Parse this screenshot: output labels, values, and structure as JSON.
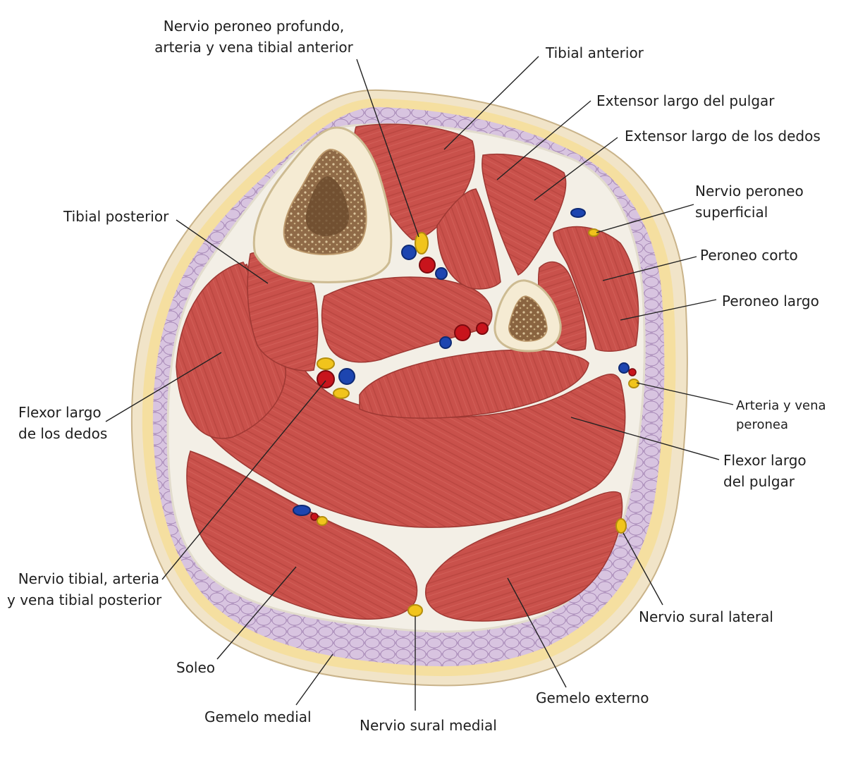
{
  "colors": {
    "muscle": "#c9514b",
    "muscle_dark": "#a83a36",
    "fascia": "#f3efe6",
    "fat": "#f6e3a8",
    "deep_tissue": "#c9b2d3",
    "skin": "#efe0c4",
    "bone": "#f4ead2",
    "marrow": "#8a6440",
    "artery": "#c8141c",
    "vein": "#1d45b0",
    "nerve": "#f1c41c",
    "leader": "#222222"
  },
  "labels": {
    "deep_peroneal": {
      "line1": "Nervio peroneo profundo,",
      "line2": "arteria y vena tibial anterior"
    },
    "tibialis_anterior": "Tibial anterior",
    "ext_hallucis": "Extensor largo del pulgar",
    "ext_digitorum": "Extensor largo de los dedos",
    "superficial_peroneal": {
      "line1": "Nervio peroneo",
      "line2": "superficial"
    },
    "peroneus_brevis": "Peroneo corto",
    "peroneus_longus": "Peroneo largo",
    "peroneal_vessels": {
      "line1": "Arteria y vena",
      "line2": "peronea"
    },
    "flexor_hallucis": {
      "line1": "Flexor largo",
      "line2": "del pulgar"
    },
    "lateral_sural": "Nervio sural lateral",
    "gastroc_lateral": "Gemelo externo",
    "medial_sural": "Nervio sural medial",
    "gastroc_medial": "Gemelo medial",
    "soleus": "Soleo",
    "tibial_nerve": {
      "line1": "Nervio tibial, arteria",
      "line2": "y vena tibial posterior"
    },
    "flexor_digitorum": {
      "line1": "Flexor largo",
      "line2": "de los dedos"
    },
    "tibialis_posterior": "Tibial posterior"
  }
}
